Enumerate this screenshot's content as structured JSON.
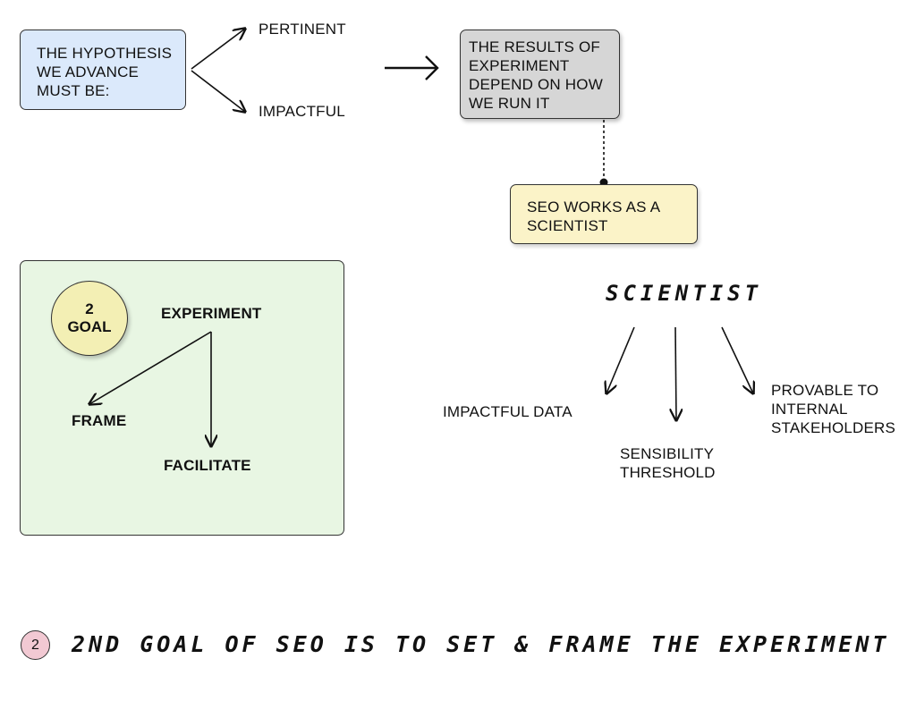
{
  "hypothesis": {
    "lines": [
      "THE HYPOTHESIS",
      "WE ADVANCE",
      "MUST BE:"
    ],
    "branches": [
      "PERTINENT",
      "IMPACTFUL"
    ]
  },
  "results": {
    "lines": [
      "THE RESULTS OF",
      "EXPERIMENT",
      "DEPEND ON HOW",
      "WE RUN IT"
    ]
  },
  "seo_scientist": {
    "lines": [
      "SEO WORKS AS A",
      "SCIENTIST"
    ]
  },
  "scientist": {
    "title": "SCIENTIST",
    "impactful_data": "IMPACTFUL DATA",
    "sensibility_threshold": [
      "SENSIBILITY",
      "THRESHOLD"
    ],
    "provable": [
      "PROVABLE TO",
      "INTERNAL",
      "STAKEHOLDERS"
    ]
  },
  "goal_panel": {
    "circle_number": "2",
    "circle_label": "GOAL",
    "experiment": "EXPERIMENT",
    "frame": "FRAME",
    "facilitate": "FACILITATE"
  },
  "footer": {
    "badge": "2",
    "text": "2ND GOAL OF SEO IS TO SET & FRAME THE EXPERIMENT"
  },
  "colors": {
    "hypothesis_fill": "#dbe9fb",
    "results_fill": "#d6d6d6",
    "seo_fill": "#fbf3c8",
    "panel_fill": "#e8f6e3",
    "goal_circle_fill": "#f3efb4",
    "badge_fill": "#f2c9d3"
  }
}
